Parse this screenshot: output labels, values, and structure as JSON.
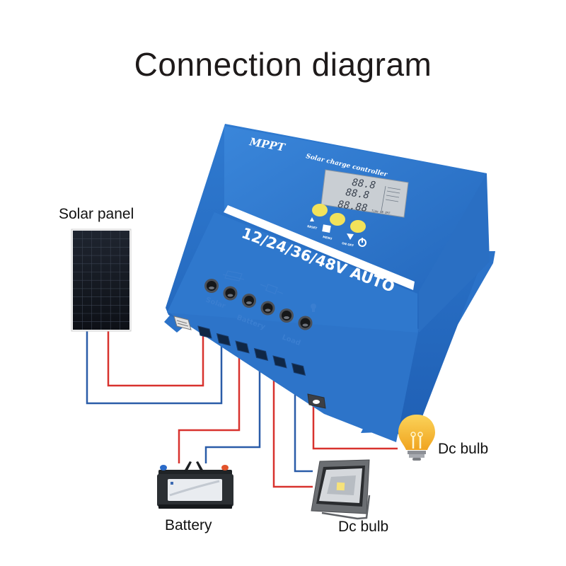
{
  "title": "Connection diagram",
  "components": {
    "solar_panel": {
      "label": "Solar panel"
    },
    "battery": {
      "label": "Battery"
    },
    "floodlight": {
      "label": "Dc bulb"
    },
    "bulb": {
      "label": "Dc bulb"
    }
  },
  "controller": {
    "brand": "MPPT",
    "subtitle": "Solar charge controller",
    "voltage_label": "12/24/36/48V AUTO",
    "lcd": {
      "row1": "88.8",
      "row2": "88.8",
      "row3": "88.88",
      "footer": "Time ON OFF"
    },
    "buttons": [
      {
        "caption": "RESET"
      },
      {
        "caption": "MENU"
      },
      {
        "caption": "ON OFF"
      }
    ],
    "terminal_labels": {
      "solar": "Solar",
      "battery": "Battery",
      "load": "Load"
    }
  },
  "colors": {
    "positive_wire": "#d8322e",
    "negative_wire": "#2a5ca8",
    "controller_blue": "#2f79cf",
    "button_yellow": "#f2e25a"
  }
}
